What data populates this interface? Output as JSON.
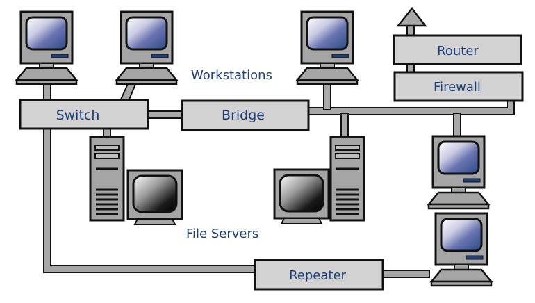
{
  "title": "Network Diagram",
  "devices": {
    "switch": "Switch",
    "bridge": "Bridge",
    "router": "Router",
    "firewall": "Firewall",
    "repeater": "Repeater"
  },
  "group_labels": {
    "workstations": "Workstations",
    "file_servers": "File Servers"
  },
  "icons": [
    "workstation-icon",
    "file-server-icon",
    "uplink-arrow-icon"
  ],
  "colors": {
    "label_text": "#1e3f7a",
    "device_fill": "#d2d2d2",
    "hardware_grey": "#a5a5a5",
    "outline": "#111111"
  }
}
